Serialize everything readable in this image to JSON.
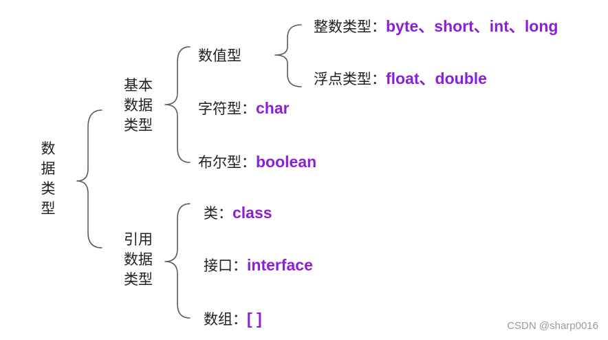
{
  "colors": {
    "keyword": "#8a1fd6",
    "text": "#1f1f1f",
    "bracket": "#5a5a5a",
    "watermark": "#9a9a9a"
  },
  "root": {
    "label_chars": [
      "数",
      "据",
      "类",
      "型"
    ]
  },
  "basic": {
    "label_chars": [
      "基本",
      "数据",
      "类型"
    ],
    "numeric": {
      "label": "数值型",
      "integer": {
        "prefix": "整数类型：",
        "keywords": "byte、short、int、long"
      },
      "float": {
        "prefix": "浮点类型：",
        "keywords": "float、double"
      }
    },
    "char": {
      "prefix": "字符型：",
      "keywords": "char"
    },
    "boolean": {
      "prefix": "布尔型：",
      "keywords": "boolean"
    }
  },
  "reference": {
    "label_chars": [
      "引用",
      "数据",
      "类型"
    ],
    "class": {
      "prefix": "类：",
      "keywords": "class"
    },
    "interface": {
      "prefix": "接口：",
      "keywords": "interface"
    },
    "array": {
      "prefix": "数组：",
      "keywords": "[ ]"
    }
  },
  "watermark": "CSDN @sharp0016"
}
